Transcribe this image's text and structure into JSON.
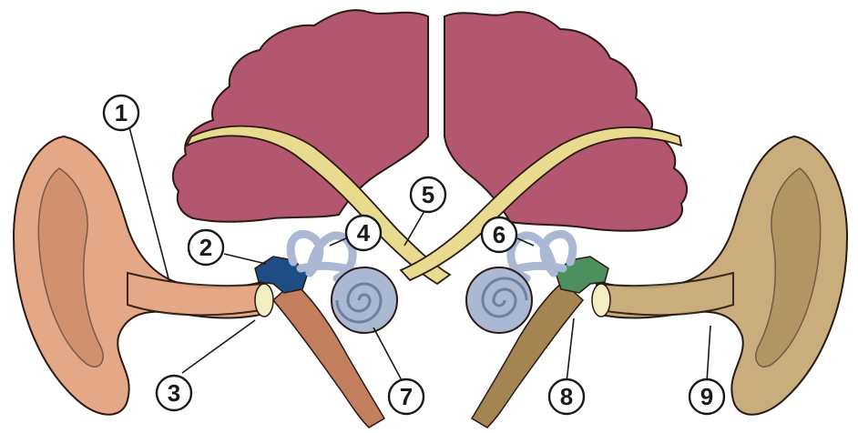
{
  "diagram": {
    "labels": [
      "1",
      "2",
      "3",
      "4",
      "5",
      "6",
      "7",
      "8",
      "9"
    ],
    "colors": {
      "brain": "#b3566f",
      "brain_dark": "#8a3a52",
      "left_ear": "#e4a887",
      "left_ear_dark": "#c37f5d",
      "right_ear": "#c9ad7c",
      "right_ear_dark": "#a48552",
      "nerve": "#e8db8f",
      "cochlea": "#aab8d3",
      "cochlea_dark": "#6f7f9d",
      "ossicle_left": "#1e4d86",
      "ossicle_right": "#4d8f5f",
      "eardrum": "#f2eec2",
      "outline": "#2a1a14"
    }
  }
}
